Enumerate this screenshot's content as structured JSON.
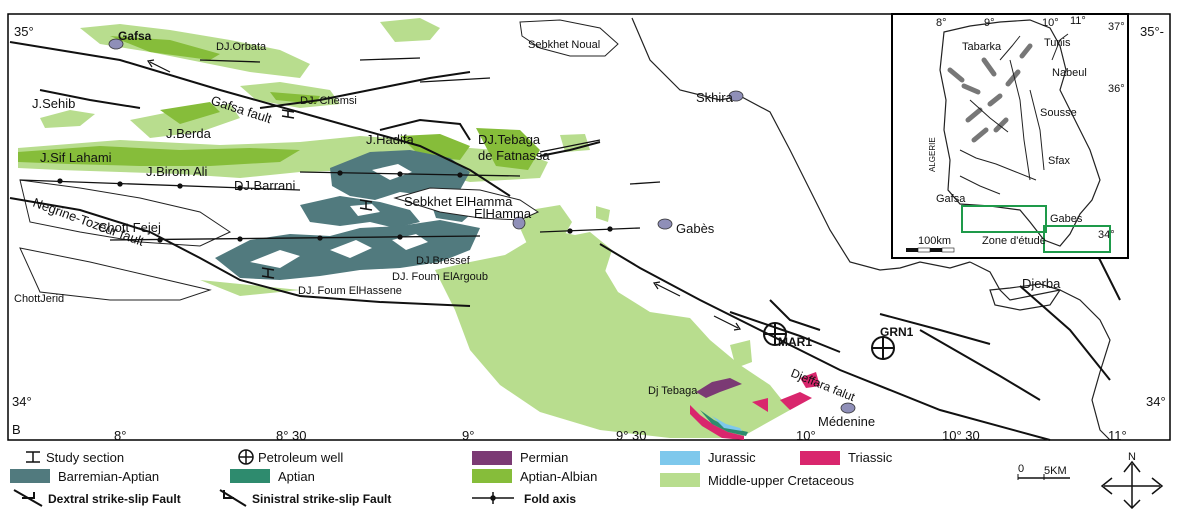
{
  "colors": {
    "barremian_aptian": "#517a7e",
    "aptian": "#2e8b6e",
    "aptian_albian": "#86bd3a",
    "middle_upper_cretaceous": "#b8dd8e",
    "permian": "#7b3a74",
    "jurassic": "#7ec8ec",
    "triassic": "#d9266d",
    "town": "#8f8fb8"
  },
  "places": {
    "gafsa": "Gafsa",
    "orbata": "DJ.Orbata",
    "sebkhet_noual": "Sebkhet Noual",
    "sehib": "J.Sehib",
    "chemsi": "DJ. Chemsi",
    "gafsa_fault": "Gafsa fault",
    "skhira": "Skhira",
    "berda": "J.Berda",
    "hadifa": "J.Hadifa",
    "tebaga_1": "DJ.Tebaga",
    "tebaga_2": "de Fatnassa",
    "sif_lahami": "J.Sif Lahami",
    "biram_ali": "J.Birom Ali",
    "barrani": "DJ.Barrani",
    "sebkhet_elhamma": "Sebkhet ElHamma",
    "elhamma": "ElHamma",
    "negrine_fault": "Negrine-Tozeur fault",
    "chott_fejej": "Chott Fejej",
    "gabes": "Gabès",
    "bressef": "DJ.Bressef",
    "foum_elargoub": "DJ. Foum ElArgoub",
    "foum_elhassene": "DJ. Foum ElHassene",
    "chott_jerid": "ChottJerid",
    "djerba": "Djerba",
    "mar1": "MAR1",
    "grn1": "GRN1",
    "djeffara": "Djeffara falut",
    "dj_tebaga": "Dj Tebaga",
    "medenine": "Médenine"
  },
  "axes": {
    "lat_35": "35°",
    "lat_35_right": "35°-",
    "lat_34": "34°",
    "lat_34_right": "34°",
    "corner_b": "B",
    "lon": [
      "8°",
      "8° 30",
      "9°",
      "9° 30",
      "10°",
      "10° 30",
      "11°"
    ]
  },
  "inset": {
    "lon": [
      "8°",
      "9°",
      "10°",
      "11°"
    ],
    "lat_37": "37°",
    "lat_36": "36°",
    "lat_34": "34°",
    "tabarka": "Tabarka",
    "tunis": "Tunis",
    "nabeul": "Nabeul",
    "sousse": "Sousse",
    "sfax": "Sfax",
    "algerie": "ALGERIE",
    "gafsa": "Gafsa",
    "gabes": "Gabes",
    "zone": "Zone d'étude",
    "scale": "100km"
  },
  "legend": {
    "study_section": "Study section",
    "petroleum_well": "Petroleum well",
    "permian": "Permian",
    "jurassic": "Jurassic",
    "triassic": "Triassic",
    "barremian_aptian": "Barremian-Aptian",
    "aptian": "Aptian",
    "aptian_albian": "Aptian-Albian",
    "middle_upper": "Middle-upper Cretaceous",
    "dextral": "Dextral strike-slip Fault",
    "sinistral": "Sinistral strike-slip Fault",
    "fold_axis": "Fold axis",
    "scale_0": "0",
    "scale_5": "5KM",
    "north": "N"
  }
}
